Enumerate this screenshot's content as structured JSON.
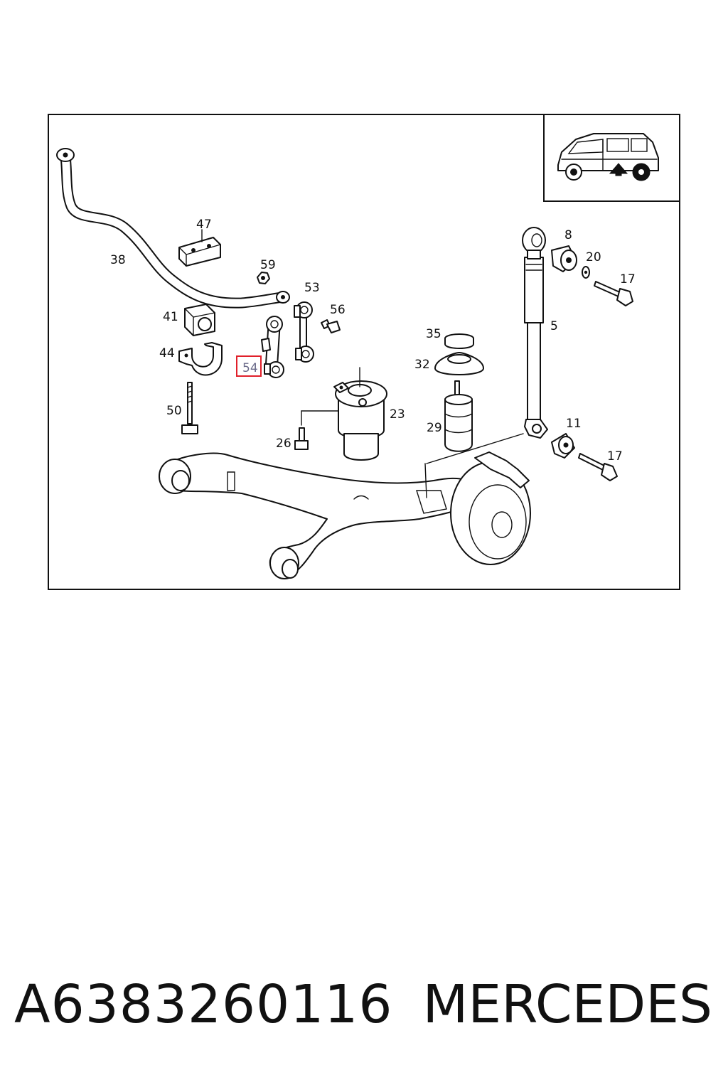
{
  "diagram": {
    "callouts": {
      "c38": "38",
      "c47": "47",
      "c59": "59",
      "c53": "53",
      "c56": "56",
      "c41": "41",
      "c44": "44",
      "c54": "54",
      "c50": "50",
      "c26": "26",
      "c23": "23",
      "c35": "35",
      "c32": "32",
      "c29": "29",
      "c8": "8",
      "c20": "20",
      "c17a": "17",
      "c5": "5",
      "c11": "11",
      "c17b": "17"
    },
    "highlight_color": "#e0202a",
    "highlight_callout": "54"
  },
  "footer": {
    "part_number": "A6383260116",
    "brand": "MERCEDES"
  }
}
